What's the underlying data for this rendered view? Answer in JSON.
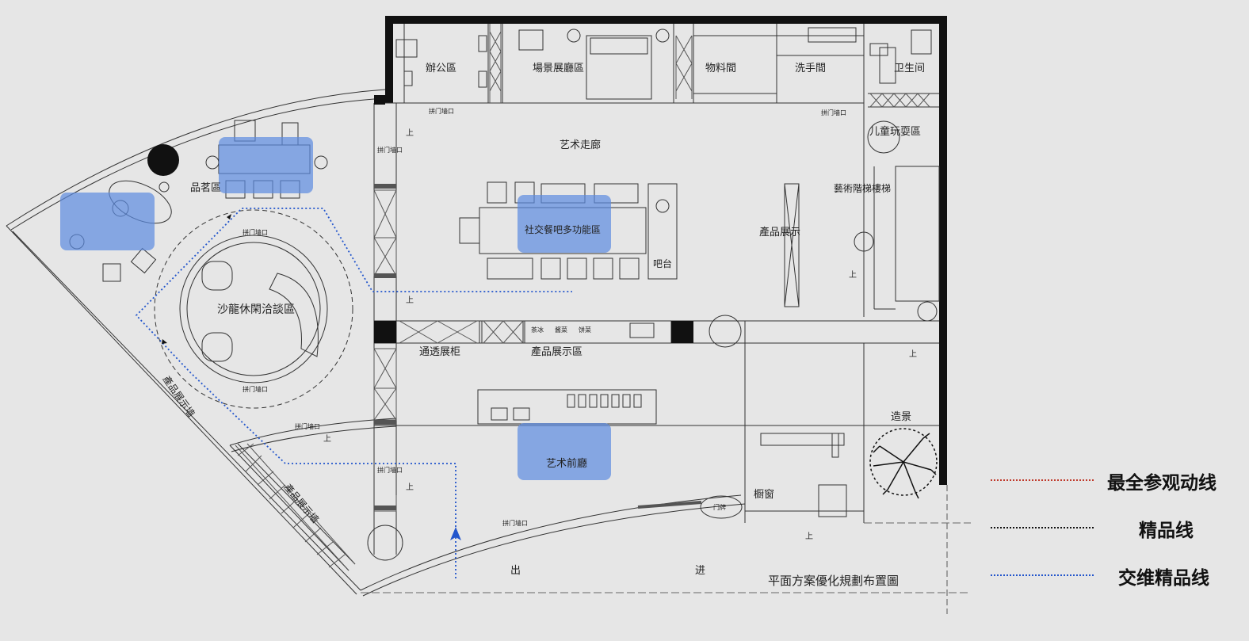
{
  "title": "平面方案優化規劃布置圖",
  "rooms": {
    "office": "辦公區",
    "scene": "場景展廳區",
    "material": "物料間",
    "wash": "洗手間",
    "toilet": "卫生间",
    "kids": "儿童玩耍區",
    "gallery": "艺术走廊",
    "social": "社交餐吧多功能區",
    "bar": "吧台",
    "stairs": "藝術階梯樓梯",
    "product_display": "產品展示",
    "tea": "品茗區",
    "salon": "沙龍休閑洽談區",
    "see_through": "通透展柜",
    "product_area": "產品展示區",
    "front_hall": "艺术前廳",
    "window": "橱窗",
    "landscape": "造景",
    "display_wall_1": "產品展示墙",
    "display_wall_2": "產品展示墙"
  },
  "small_labels": {
    "door": "拼门墙口",
    "up": "上",
    "exit": "出",
    "enter": "进",
    "cab1": "茶冰",
    "cab2": "酱菜",
    "cab3": "饼菜",
    "sign": "门牌"
  },
  "legend": [
    {
      "label": "最全参观动线",
      "color": "#c0392b"
    },
    {
      "label": "精品线",
      "color": "#111111"
    },
    {
      "label": "交维精品线",
      "color": "#2255cc"
    }
  ],
  "colors": {
    "highlight": "#5b8ae0",
    "route_blue": "#2255cc"
  }
}
